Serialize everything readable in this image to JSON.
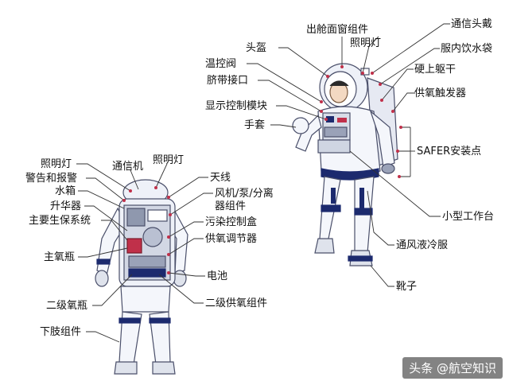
{
  "labels": {
    "chucang_mianchuang": "出舱面窗组件",
    "tongxin_toudai": "通信头戴",
    "toukui": "头盔",
    "zhaomingdeng_front": "照明灯",
    "fu_nei_yinshuidai": "服内饮水袋",
    "wenkongfa": "温控阀",
    "ying_shang_qugan": "硬上躯干",
    "qidai_jiekou": "脐带接口",
    "gongyang_chufaqi": "供氧触发器",
    "xianshi_kongzhi": "显示控制模块",
    "shoutao": "手套",
    "safer": "SAFER安装点",
    "xiaoxing_gongzuotai": "小型工作台",
    "tongfeng_yeleng": "通风液冷服",
    "xuezi": "靴子",
    "zhaomingdeng_back_left": "照明灯",
    "tongxinji": "通信机",
    "zhaomingdeng_back_right": "照明灯",
    "jinggao_baojing": "警告和报警",
    "tianxian": "天线",
    "shuixiang": "水箱",
    "fengji_beng_fenli_1": "风机/泵/分离",
    "fengji_beng_fenli_2": "器组件",
    "shenghuaqi": "升华器",
    "zhuyao_shengbao": "主要生保系统",
    "wuran_kongzhihe": "污染控制盒",
    "gongyang_tiaojieqi": "供氧调节器",
    "zhuyangping": "主氧瓶",
    "dianchi": "电池",
    "erji_yangping": "二级氧瓶",
    "erji_gongyang": "二级供氧组件",
    "xiazhi_zujian": "下肢组件"
  },
  "watermark": "头条 @航空知识",
  "colors": {
    "line": "#333333",
    "suit": "#f4f6fb",
    "suit_outline": "#4a4f6a",
    "navy": "#1c2a6e",
    "marker": "#c0304a"
  }
}
